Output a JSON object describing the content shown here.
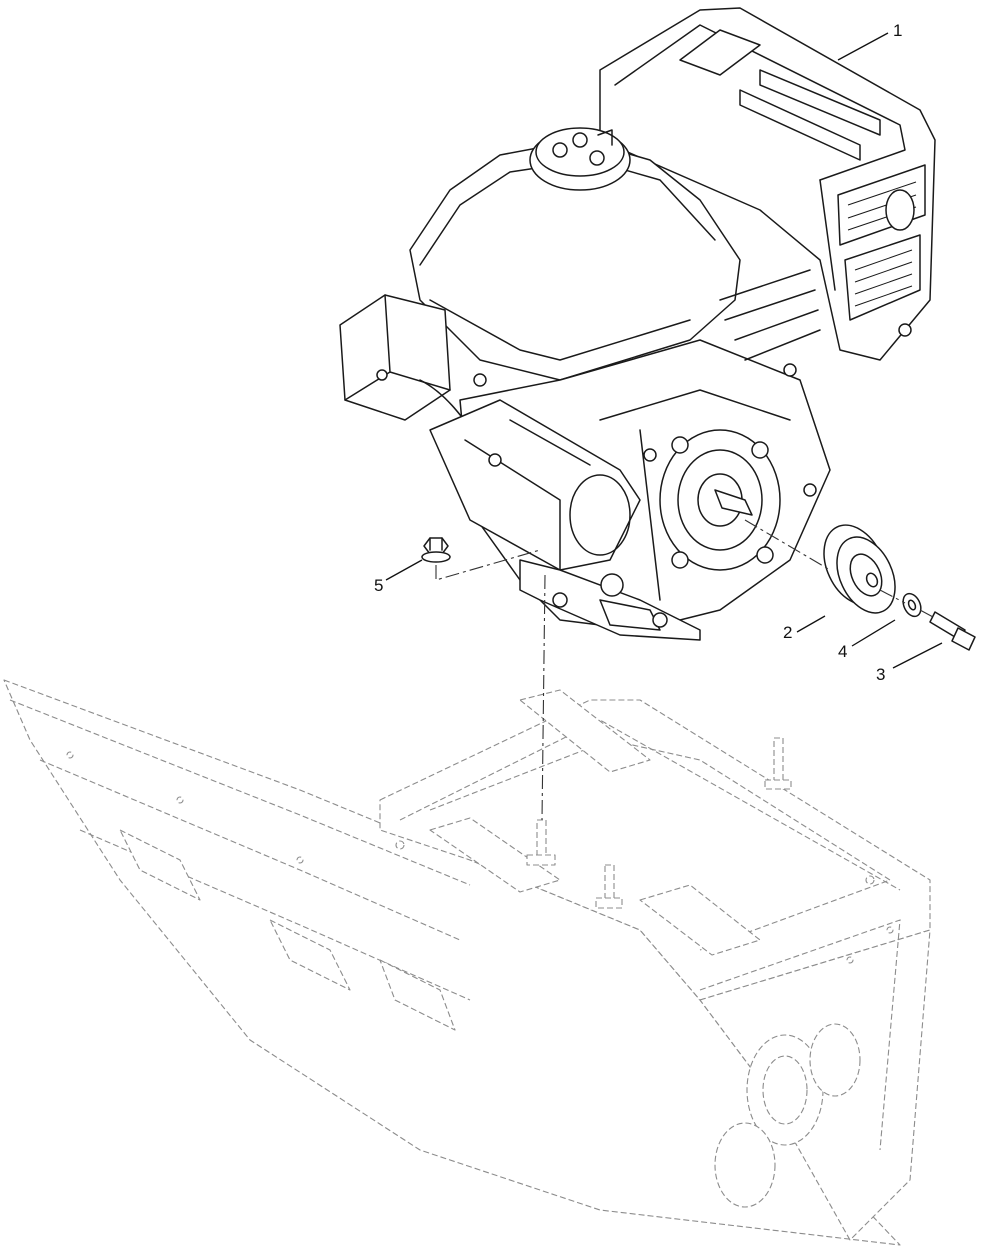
{
  "diagram": {
    "callouts": [
      {
        "id": "callout-1",
        "label": "1"
      },
      {
        "id": "callout-2",
        "label": "2"
      },
      {
        "id": "callout-3",
        "label": "3"
      },
      {
        "id": "callout-4",
        "label": "4"
      },
      {
        "id": "callout-5",
        "label": "5"
      }
    ]
  },
  "colors": {
    "line": "#1a1a1a",
    "ghost_line": "#8c8c8c",
    "background": "#ffffff"
  }
}
